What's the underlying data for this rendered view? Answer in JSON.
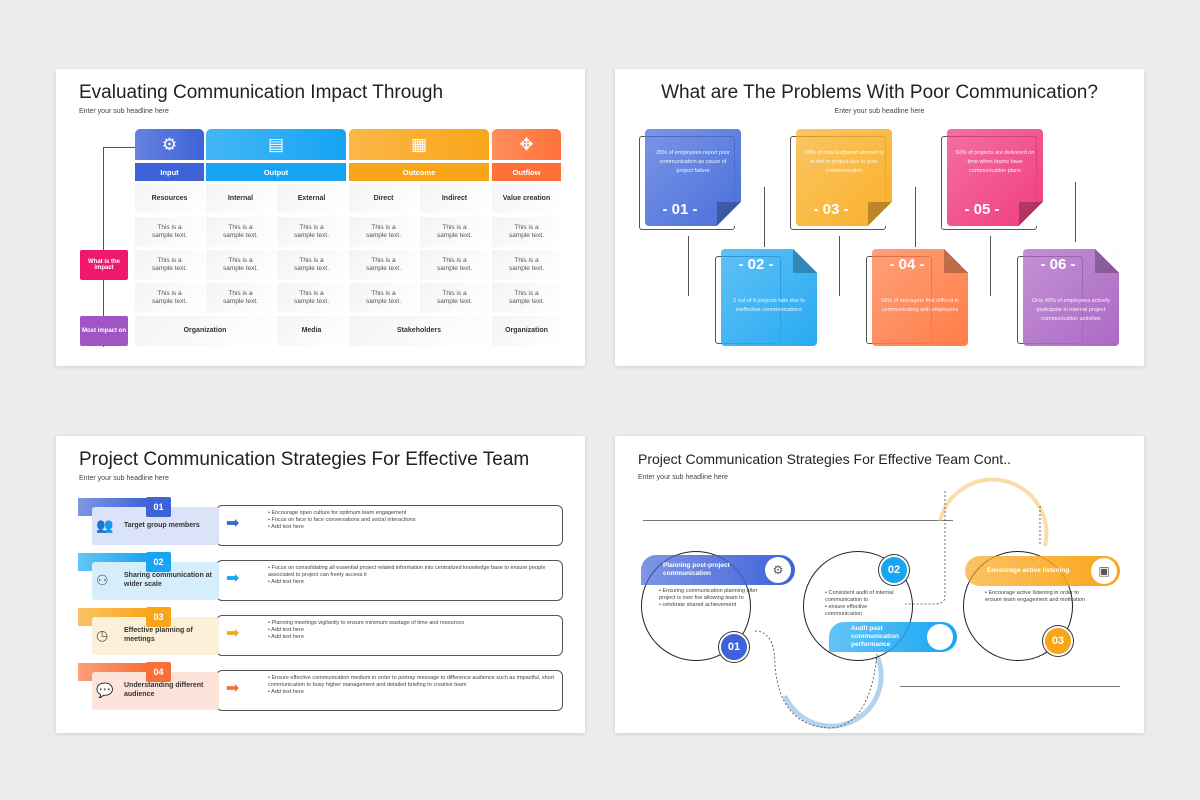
{
  "slide1": {
    "title": "Evaluating Communication Impact Through",
    "subtitle": "Enter your sub headline here",
    "groups": [
      {
        "label": "Input",
        "icon": "gear-arrows-icon",
        "color": "#3f62d8"
      },
      {
        "label": "Output",
        "icon": "server-icon",
        "color": "#15a4f3"
      },
      {
        "label": "Outcome",
        "icon": "report-icon",
        "color": "#f9a51a"
      },
      {
        "label": "Outflow",
        "icon": "network-icon",
        "color": "#ff7138"
      }
    ],
    "subheaders": [
      "Resources",
      "Internal",
      "External",
      "Direct",
      "Indirect",
      "Value creation"
    ],
    "cell_text": "This is a sample text.",
    "side_labels": [
      {
        "label": "What is the impact",
        "color": "#f0186e"
      },
      {
        "label": "Most impact on",
        "color": "#a155c4"
      }
    ],
    "bottom": [
      "Organization",
      "Media",
      "Stakeholders",
      "Organization"
    ]
  },
  "slide2": {
    "title": "What are The Problems With Poor Communication?",
    "subtitle": "Enter your sub headline here",
    "cards": [
      {
        "num": "- 01 -",
        "text": "25% of employees report poor communication as cause of project failure",
        "color": "#4a6fdc"
      },
      {
        "num": "- 02 -",
        "text": "2 out of 8 projects fails due to ineffective communications",
        "color": "#27aaf2"
      },
      {
        "num": "- 03 -",
        "text": "30% of total budgeted amount is at risk in project due to poor communication",
        "color": "#f9b02a"
      },
      {
        "num": "- 04 -",
        "text": "56% of managers find difficult in communicating with employees",
        "color": "#ff7d48"
      },
      {
        "num": "- 05 -",
        "text": "92% of projects are delivered on time when teams have communication plans",
        "color": "#f03c80"
      },
      {
        "num": "- 06 -",
        "text": "Only 40% of employees actively participate in internal project communication activities",
        "color": "#ac69c5"
      }
    ]
  },
  "slide3": {
    "title": "Project Communication Strategies For Effective Team",
    "subtitle": "Enter your sub headline here",
    "rows": [
      {
        "num": "01",
        "label": "Target group members",
        "icon": "team-icon",
        "color": "#3d63d6",
        "light": "#dbe3f8",
        "bullets": [
          "Encourage open culture for optimum team engagement",
          "Focus on face to face conversations and social interactions",
          "Add text here"
        ]
      },
      {
        "num": "02",
        "label": "Sharing communication at wider scale",
        "icon": "share-network-icon",
        "color": "#16a6f3",
        "light": "#d6eefc",
        "bullets": [
          "Focus on consolidating all essential project related information into centralized knowledge base to ensure people associated to project can freely access it",
          "Add text here"
        ]
      },
      {
        "num": "03",
        "label": "Effective planning of meetings",
        "icon": "clock-gear-icon",
        "color": "#f9a51a",
        "light": "#fdf0d8",
        "bullets": [
          "Planning meetings vigilantly to ensure minimum wastage of time and resources",
          "Add text here",
          "Add text here"
        ]
      },
      {
        "num": "04",
        "label": "Understanding different audience",
        "icon": "audience-chat-icon",
        "color": "#fb6e37",
        "light": "#fde4da",
        "bullets": [
          "Ensure effective communication medium in order to portray message to difference audience such as impactful, short communication to busy higher management and detailed briefing to creative team",
          "Add text here"
        ]
      }
    ]
  },
  "slide4": {
    "title": "Project Communication Strategies For Effective Team Cont..",
    "subtitle": "Enter your sub headline here",
    "steps": [
      {
        "num": "01",
        "label": "Planning post-project communication",
        "icon": "gears-icon",
        "color": "#3f62d8",
        "bullets": [
          "Ensuring communication planning after project is over foe allowing team to",
          "celebrate shared achievement"
        ]
      },
      {
        "num": "02",
        "label": "Audit past communication performance",
        "icon": "blank-circle-icon",
        "color": "#16a6f3",
        "bullets": [
          "Consistent audit of internal communication to",
          "ensure effective communication"
        ]
      },
      {
        "num": "03",
        "label": "Encourage active listening",
        "icon": "presentation-icon",
        "color": "#f9a51a",
        "bullets": [
          "Encourage active listening in order to ensure team engagement and motivation"
        ]
      }
    ]
  }
}
